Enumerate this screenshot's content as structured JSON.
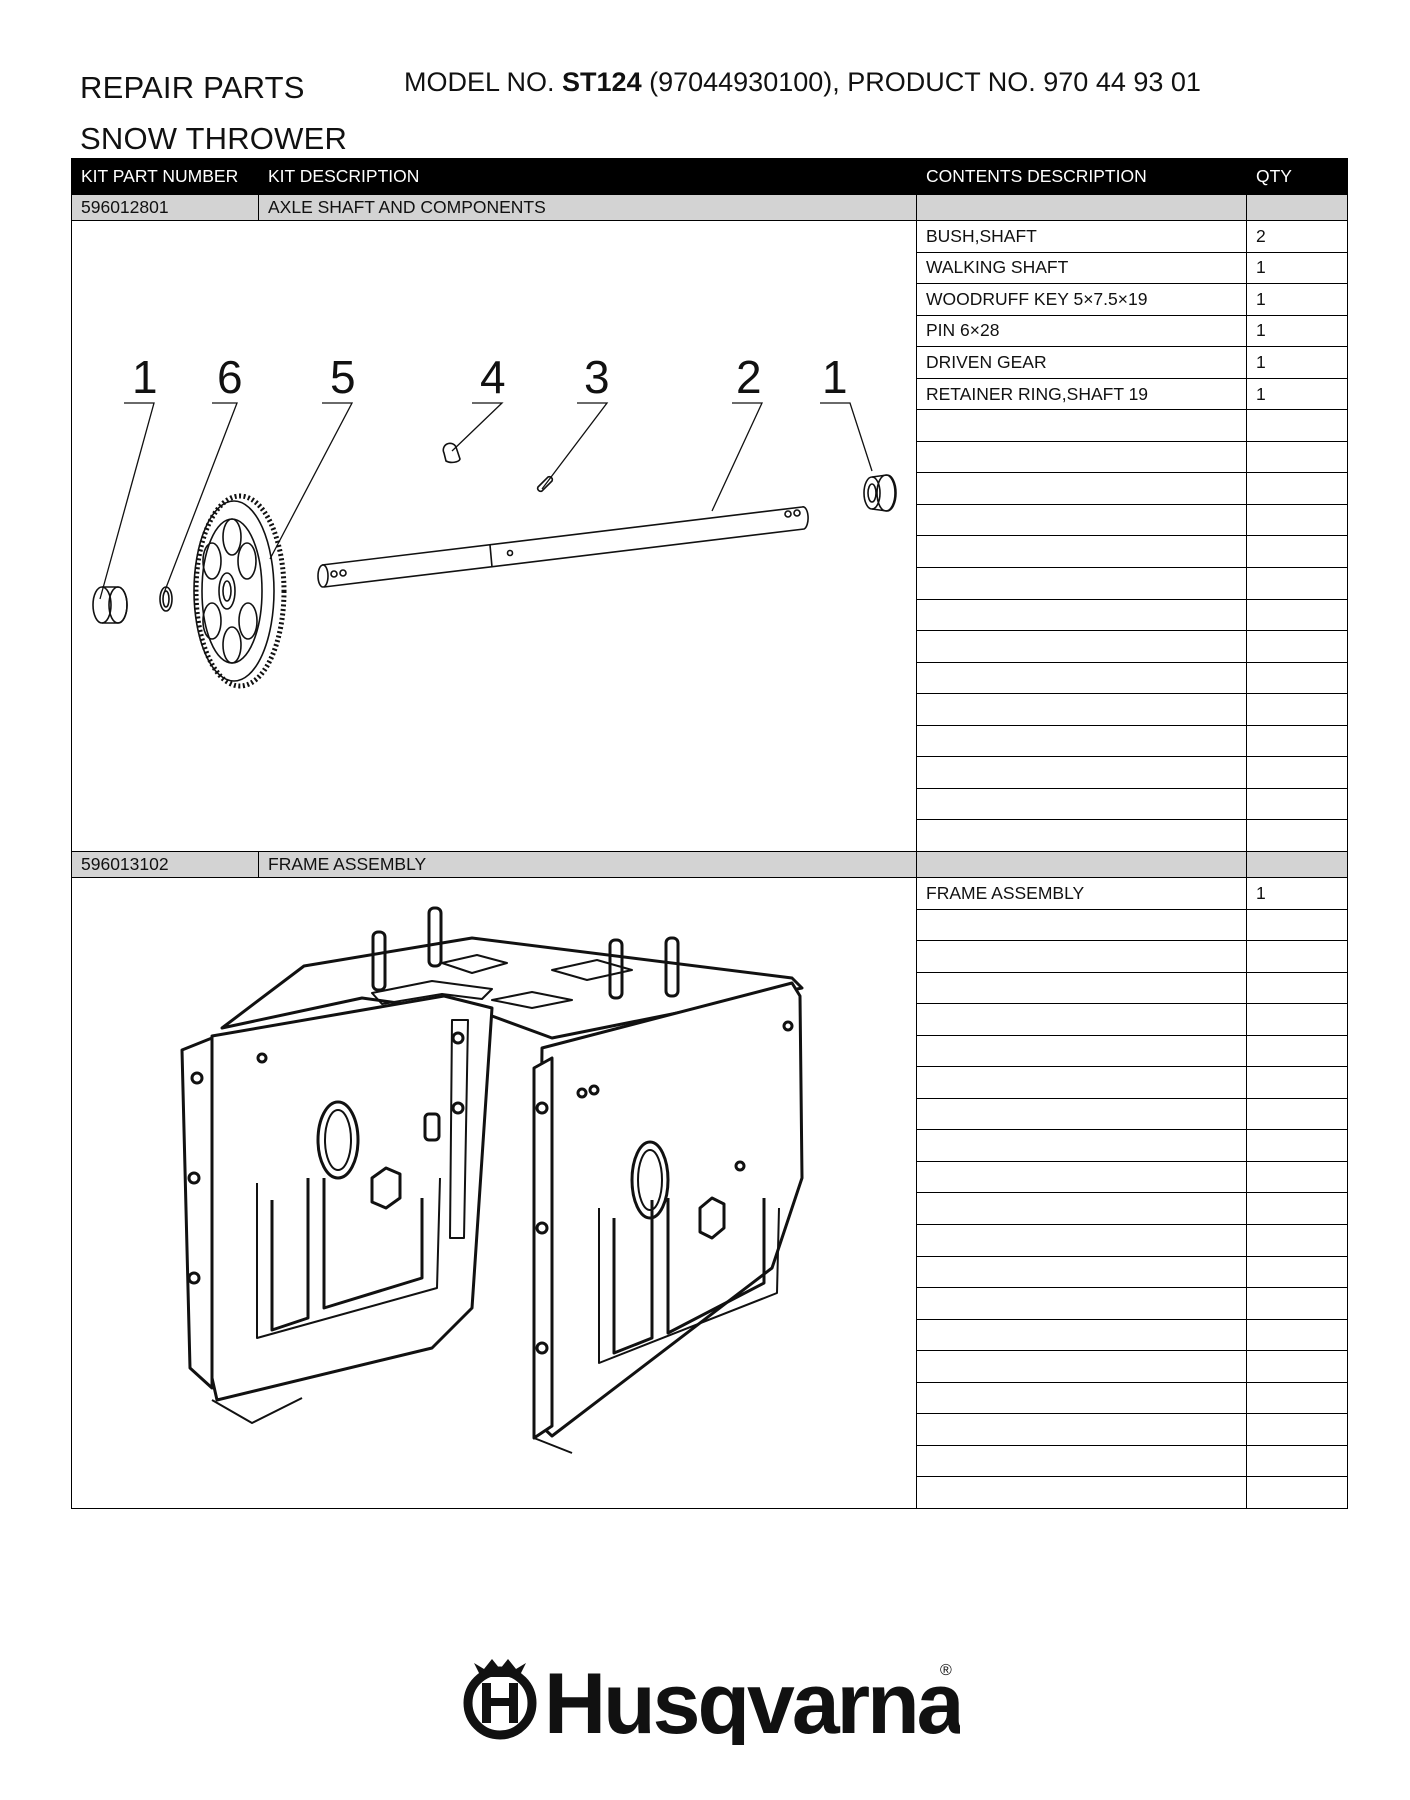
{
  "header": {
    "title_line1": "REPAIR PARTS",
    "title_line2": "SNOW THROWER",
    "model_prefix": "MODEL NO. ",
    "model_no": "ST124",
    "model_suffix": " (97044930100), PRODUCT NO. 970 44 93 01"
  },
  "table": {
    "columns": [
      "KIT PART NUMBER",
      "KIT DESCRIPTION",
      "CONTENTS DESCRIPTION",
      "QTY"
    ],
    "kits": [
      {
        "part_number": "596012801",
        "description": "AXLE SHAFT AND COMPONENTS",
        "callouts": [
          "1",
          "6",
          "5",
          "4",
          "3",
          "2",
          "1"
        ],
        "contents": [
          {
            "desc": "BUSH,SHAFT",
            "qty": "2"
          },
          {
            "desc": "WALKING SHAFT",
            "qty": "1"
          },
          {
            "desc": "WOODRUFF KEY 5×7.5×19",
            "qty": "1"
          },
          {
            "desc": "PIN 6×28",
            "qty": "1"
          },
          {
            "desc": "DRIVEN GEAR",
            "qty": "1"
          },
          {
            "desc": "RETAINER RING,SHAFT 19",
            "qty": "1"
          }
        ]
      },
      {
        "part_number": "596013102",
        "description": "FRAME ASSEMBLY",
        "contents": [
          {
            "desc": "FRAME ASSEMBLY",
            "qty": "1"
          }
        ]
      }
    ]
  },
  "brand": {
    "logo_text": "Husqvarna",
    "registered_mark": "®"
  },
  "colors": {
    "header_bg": "#000000",
    "kit_row_bg": "#d3d3d3",
    "text": "#111111"
  }
}
